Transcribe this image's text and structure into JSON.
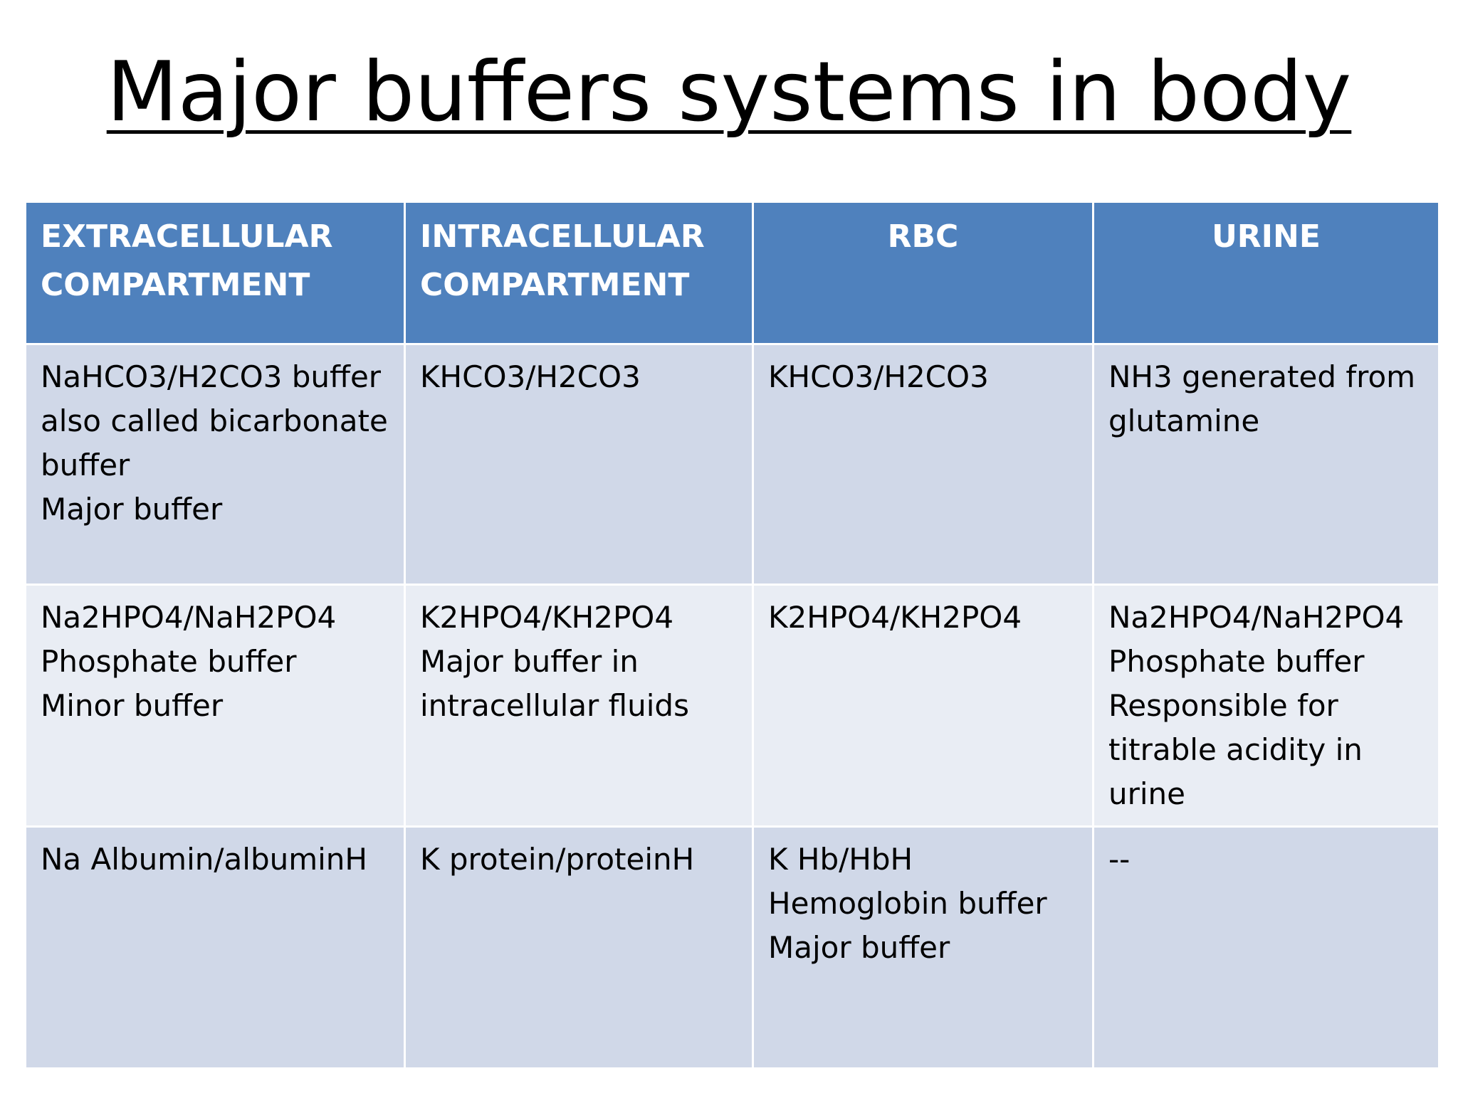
{
  "title": "Major buffers systems in body",
  "table": {
    "headers": [
      [
        "EXTRACELLULAR",
        "COMPARTMENT"
      ],
      [
        "INTRACELLULAR",
        "COMPARTMENT"
      ],
      [
        "RBC"
      ],
      [
        "URINE"
      ]
    ],
    "rows": [
      [
        [
          "NaHCO3/H2CO3 buffer",
          "also called bicarbonate",
          "buffer",
          "Major buffer"
        ],
        [
          "KHCO3/H2CO3"
        ],
        [
          "KHCO3/H2CO3"
        ],
        [
          "NH3 generated from",
          "glutamine"
        ]
      ],
      [
        [
          "Na2HPO4/NaH2PO4",
          "Phosphate buffer",
          "Minor buffer"
        ],
        [
          "K2HPO4/KH2PO4",
          "Major buffer in",
          "intracellular fluids"
        ],
        [
          "K2HPO4/KH2PO4"
        ],
        [
          "Na2HPO4/NaH2PO4",
          "Phosphate buffer",
          "Responsible for",
          "titrable acidity in",
          "urine"
        ]
      ],
      [
        [
          "Na Albumin/albuminH"
        ],
        [
          "K protein/proteinH"
        ],
        [
          "K Hb/HbH",
          "Hemoglobin buffer",
          "Major buffer"
        ],
        [
          "--"
        ]
      ]
    ]
  },
  "colors": {
    "header_bg": "#4f81bd",
    "row_odd_bg": "#d0d8e8",
    "row_even_bg": "#e9edf4",
    "header_text": "#ffffff",
    "body_text": "#000000"
  }
}
